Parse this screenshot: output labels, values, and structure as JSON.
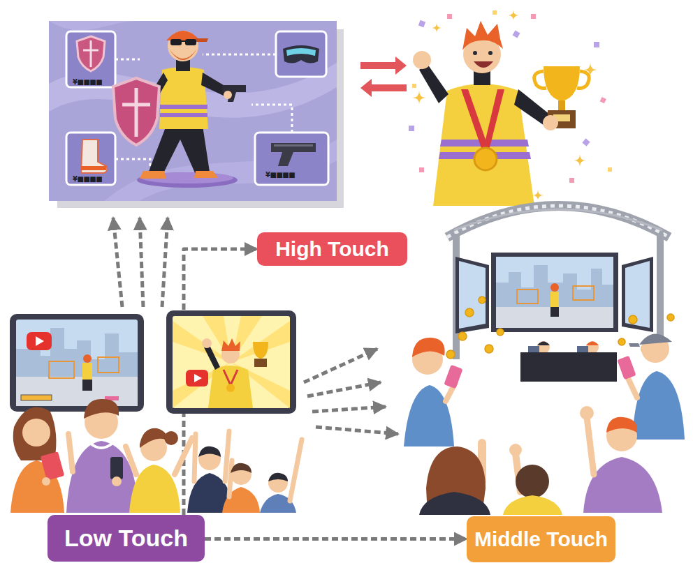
{
  "diagram": {
    "nodes": [
      {
        "text": [
          "High Touch"
        ]
      },
      {
        "text": [
          "Low Touch"
        ]
      },
      {
        "text": [
          "Middle Touch"
        ]
      }
    ],
    "edges": [
      {
        "from": 1,
        "to": 0,
        "arrow": "to"
      },
      {
        "from": 1,
        "to": 2,
        "arrow": "to"
      }
    ],
    "labels": [
      "¥■■■■",
      "¥■■■■",
      "¥■■■■"
    ]
  }
}
